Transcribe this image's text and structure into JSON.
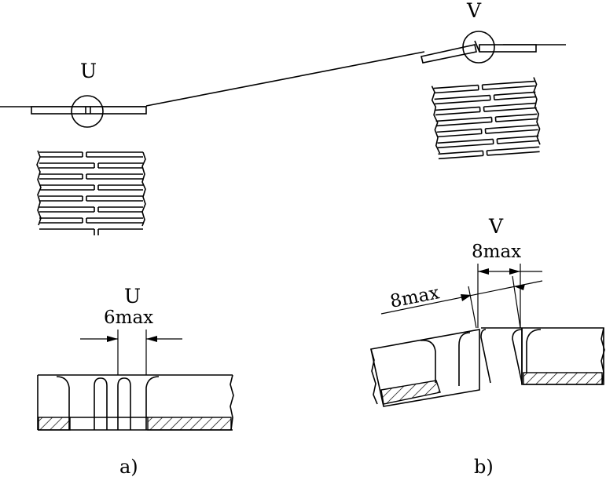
{
  "labels": {
    "detail_u_top": "U",
    "detail_v_top": "V",
    "detail_u_section": "U",
    "detail_v_section": "V",
    "dim_u": "6max",
    "dim_v_gap": "8max",
    "dim_v_offset": "8max",
    "caption_a": "a)",
    "caption_b": "b)"
  }
}
